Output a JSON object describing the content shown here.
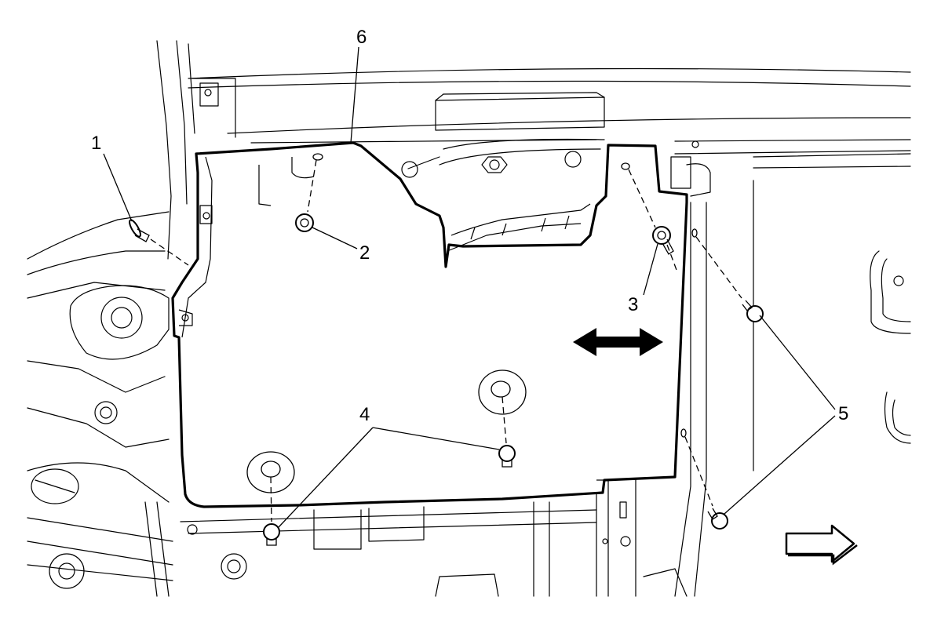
{
  "callouts": [
    {
      "id": "1",
      "label": "1"
    },
    {
      "id": "2",
      "label": "2"
    },
    {
      "id": "3",
      "label": "3"
    },
    {
      "id": "4",
      "label": "4"
    },
    {
      "id": "5",
      "label": "5"
    },
    {
      "id": "6",
      "label": "6"
    }
  ],
  "colors": {
    "line": "#000000",
    "background": "#ffffff"
  },
  "icons": [
    "double-arrow-icon",
    "forward-arrow-icon"
  ]
}
